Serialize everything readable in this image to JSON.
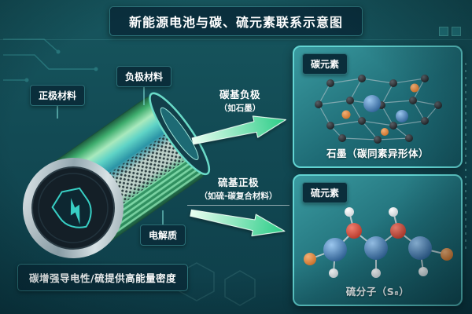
{
  "title": "新能源电池与碳、硫元素联系示意图",
  "battery": {
    "labels": {
      "cathode": "正极材料",
      "anode": "负极材料",
      "electrolyte": "电解质"
    },
    "note": "碳增强导电性/硫提供高能量密度"
  },
  "arrows": {
    "top": {
      "line1": "碳基负极",
      "line2": "（如石墨）"
    },
    "bottom": {
      "line1": "硫基正极",
      "line2": "（如硫-碳复合材料）"
    }
  },
  "panels": {
    "carbon": {
      "tag": "碳元素",
      "caption": "石墨（碳同素异形体）"
    },
    "sulfur": {
      "tag": "硫元素",
      "caption": "硫分子（S₈）"
    }
  },
  "colors": {
    "background": "#124a54",
    "accent_teal": "#62d4d2",
    "arrow_green": "#29cc86",
    "label_bg": "#0a2e3b",
    "panel_gradient_start": "#3a9aa0",
    "panel_gradient_end": "#14525c"
  }
}
